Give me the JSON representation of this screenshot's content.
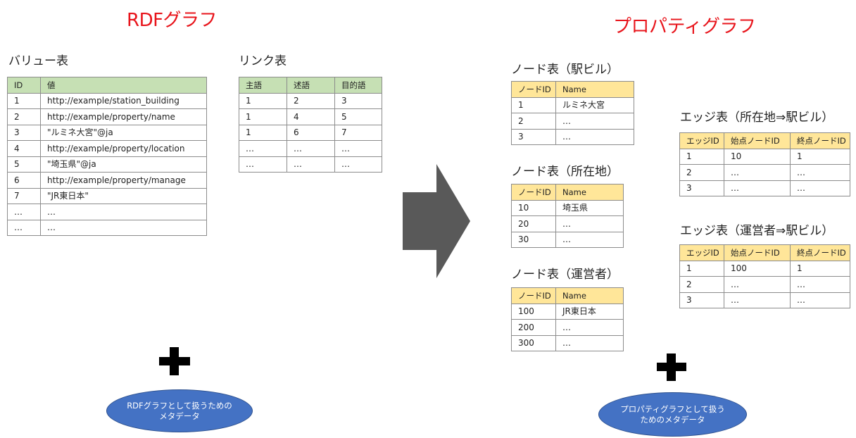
{
  "rdf": {
    "title": "RDFグラフ",
    "value_table": {
      "caption": "バリュー表",
      "headers": [
        "ID",
        "値"
      ],
      "rows": [
        [
          "1",
          "http://example/station_building"
        ],
        [
          "2",
          "http://example/property/name"
        ],
        [
          "3",
          "\"ルミネ大宮\"@ja"
        ],
        [
          "4",
          "http://example/property/location"
        ],
        [
          "5",
          "\"埼玉県\"@ja"
        ],
        [
          "6",
          "http://example/property/manage"
        ],
        [
          "7",
          "\"JR東日本\""
        ],
        [
          "…",
          "…"
        ],
        [
          "…",
          "…"
        ]
      ]
    },
    "link_table": {
      "caption": "リンク表",
      "headers": [
        "主語",
        "述語",
        "目的語"
      ],
      "rows": [
        [
          "1",
          "2",
          "3"
        ],
        [
          "1",
          "4",
          "5"
        ],
        [
          "1",
          "6",
          "7"
        ],
        [
          "…",
          "…",
          "…"
        ],
        [
          "…",
          "…",
          "…"
        ]
      ]
    },
    "metadata_label": "RDFグラフとして扱うための\nメタデータ"
  },
  "pg": {
    "title": "プロパティグラフ",
    "node_tables": [
      {
        "caption": "ノード表（駅ビル）",
        "headers": [
          "ノードID",
          "Name"
        ],
        "rows": [
          [
            "1",
            "ルミネ大宮"
          ],
          [
            "2",
            "…"
          ],
          [
            "3",
            "…"
          ]
        ]
      },
      {
        "caption": "ノード表（所在地）",
        "headers": [
          "ノードID",
          "Name"
        ],
        "rows": [
          [
            "10",
            "埼玉県"
          ],
          [
            "20",
            "…"
          ],
          [
            "30",
            "…"
          ]
        ]
      },
      {
        "caption": "ノード表（運営者）",
        "headers": [
          "ノードID",
          "Name"
        ],
        "rows": [
          [
            "100",
            "JR東日本"
          ],
          [
            "200",
            "…"
          ],
          [
            "300",
            "…"
          ]
        ]
      }
    ],
    "edge_tables": [
      {
        "caption": "エッジ表（所在地⇒駅ビル）",
        "headers": [
          "エッジID",
          "始点ノードID",
          "終点ノードID"
        ],
        "rows": [
          [
            "1",
            "10",
            "1"
          ],
          [
            "2",
            "…",
            "…"
          ],
          [
            "3",
            "…",
            "…"
          ]
        ]
      },
      {
        "caption": "エッジ表（運営者⇒駅ビル）",
        "headers": [
          "エッジID",
          "始点ノードID",
          "終点ノードID"
        ],
        "rows": [
          [
            "1",
            "100",
            "1"
          ],
          [
            "2",
            "…",
            "…"
          ],
          [
            "3",
            "…",
            "…"
          ]
        ]
      }
    ],
    "metadata_label": "プロパティグラフとして扱う\nためのメタデータ"
  },
  "colors": {
    "title_red": "#e8141b",
    "green_header": "#c6e0b4",
    "yellow_header": "#ffe699",
    "ellipse_blue": "#4472c4",
    "arrow_gray": "#595959",
    "plus_black": "#000000"
  },
  "icons": {
    "transform_arrow": "right-arrow-icon",
    "plus": "plus-icon"
  }
}
